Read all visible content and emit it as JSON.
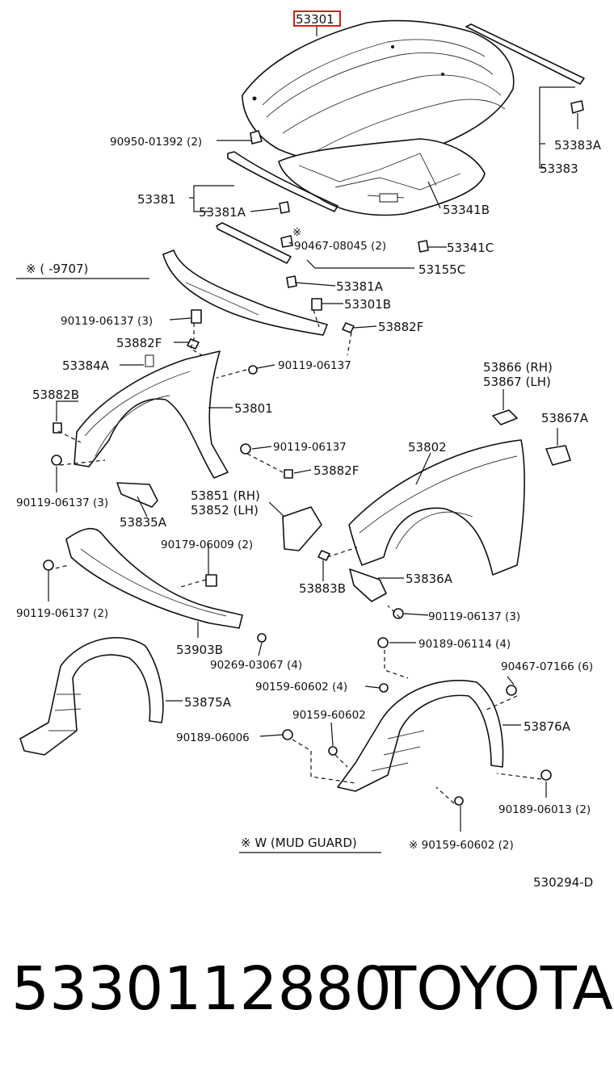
{
  "diagram": {
    "ref_code": "530294-D",
    "highlighted_part": "53301",
    "labels": {
      "p53301": "53301",
      "p53383A": "53383A",
      "p53383": "53383",
      "p909500": "90950-01392 (2)",
      "p53381": "53381",
      "p53381A_1": "53381A",
      "p53341B": "53341B",
      "note_star": "※",
      "p90467a": "90467-08045 (2)",
      "p53341C": "53341C",
      "note_range": "※ (       -9707)",
      "p53155C": "53155C",
      "p53381A_2": "53381A",
      "p53301B": "53301B",
      "p90119a": "90119-06137 (3)",
      "p53882F_1": "53882F",
      "p53882F_2": "53882F",
      "p53384A": "53384A",
      "p90119b": "90119-06137",
      "p53866": "53866 (RH)",
      "p53867": "53867 (LH)",
      "p53882B": "53882B",
      "p53801": "53801",
      "p53867A": "53867A",
      "p90119c": "90119-06137",
      "p53802": "53802",
      "p53882F_3": "53882F",
      "p90119d": "90119-06137 (3)",
      "p53851": "53851 (RH)",
      "p53852": "53852 (LH)",
      "p53835A": "53835A",
      "p90179": "90179-06009 (2)",
      "p53883B": "53883B",
      "p53836A": "53836A",
      "p90119e": "90119-06137 (2)",
      "p90119f": "90119-06137 (3)",
      "p53903B": "53903B",
      "p90189a": "90189-06114 (4)",
      "p90269": "90269-03067 (4)",
      "p90467b": "90467-07166 (6)",
      "p90159a": "90159-60602 (4)",
      "p53875A": "53875A",
      "p90159b": "90159-60602",
      "p53876A": "53876A",
      "p90189b": "90189-06006",
      "p90189c": "90189-06013 (2)",
      "mud_guard": "※ W (MUD GUARD)",
      "p90159c": "※ 90159-60602 (2)"
    }
  },
  "footer": {
    "part_number": "5330112880",
    "brand": "TOYOTA"
  }
}
